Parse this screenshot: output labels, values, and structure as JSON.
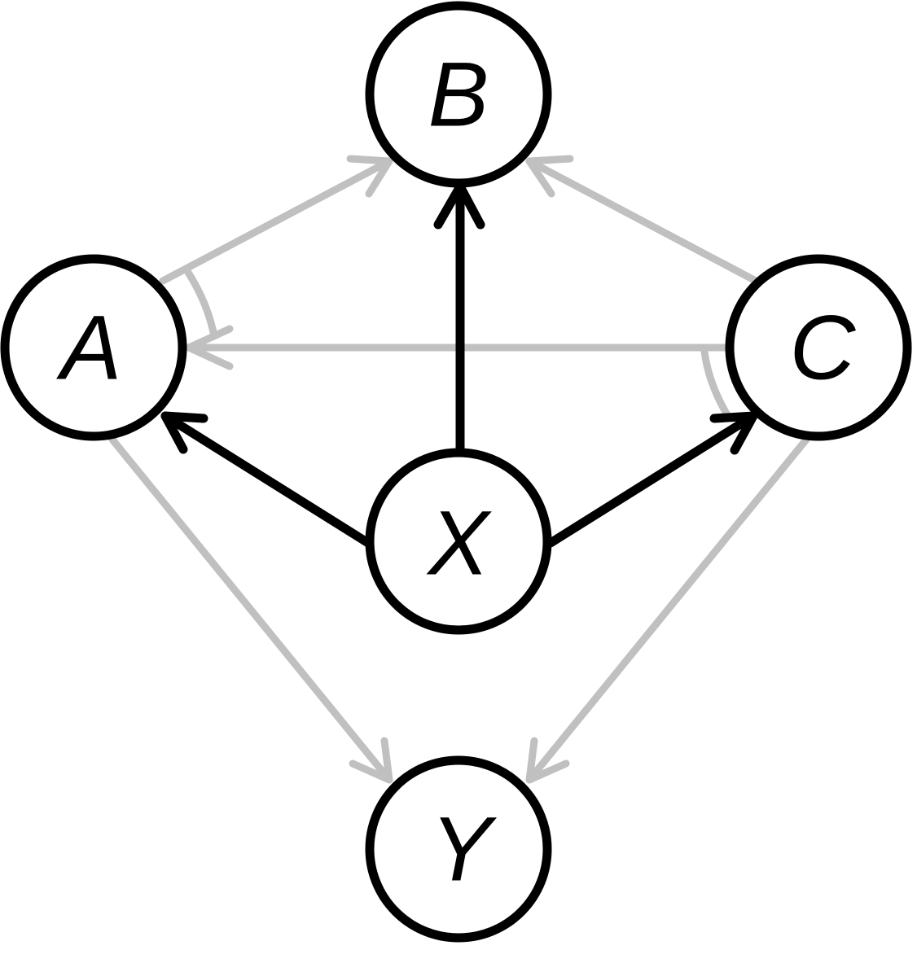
{
  "diagram": {
    "colors": {
      "strong_edge": "#000000",
      "faint_edge": "#c0c0c0",
      "node_stroke": "#000000",
      "node_fill": "#ffffff"
    },
    "nodes": {
      "A": {
        "label": "A"
      },
      "B": {
        "label": "B"
      },
      "C": {
        "label": "C"
      },
      "X": {
        "label": "X"
      },
      "Y": {
        "label": "Y"
      }
    },
    "edges": [
      {
        "from": "X",
        "to": "B",
        "style": "strong"
      },
      {
        "from": "X",
        "to": "A",
        "style": "strong"
      },
      {
        "from": "X",
        "to": "C",
        "style": "strong"
      },
      {
        "from": "A",
        "to": "B",
        "style": "faint"
      },
      {
        "from": "C",
        "to": "B",
        "style": "faint"
      },
      {
        "from": "C",
        "to": "A",
        "style": "faint"
      },
      {
        "from": "A",
        "to": "Y",
        "style": "faint"
      },
      {
        "from": "C",
        "to": "Y",
        "style": "faint"
      }
    ]
  }
}
